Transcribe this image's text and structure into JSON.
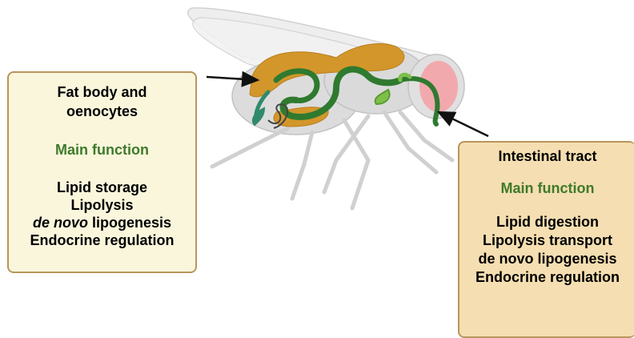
{
  "left_box": {
    "title_line1": "Fat body and",
    "title_line2": "oenocytes",
    "function_label": "Main function",
    "items": [
      "Lipid storage",
      "Lipolysis"
    ],
    "item3_italic": "de novo",
    "item3_rest": " lipogenesis",
    "item4": "Endocrine regulation"
  },
  "right_box": {
    "title": "Intestinal tract",
    "function_label": "Main function",
    "items": [
      "Lipid digestion",
      "Lipolysis transport",
      "de novo lipogenesis",
      "Endocrine regulation"
    ]
  },
  "colors": {
    "function_label": "#3e7a2b",
    "fat_body": "#d3962a",
    "gut": "#2f7a2f",
    "eye": "#f4a3a8",
    "left_box_bg": "#faf6dc",
    "right_box_bg": "#f5deb1"
  }
}
